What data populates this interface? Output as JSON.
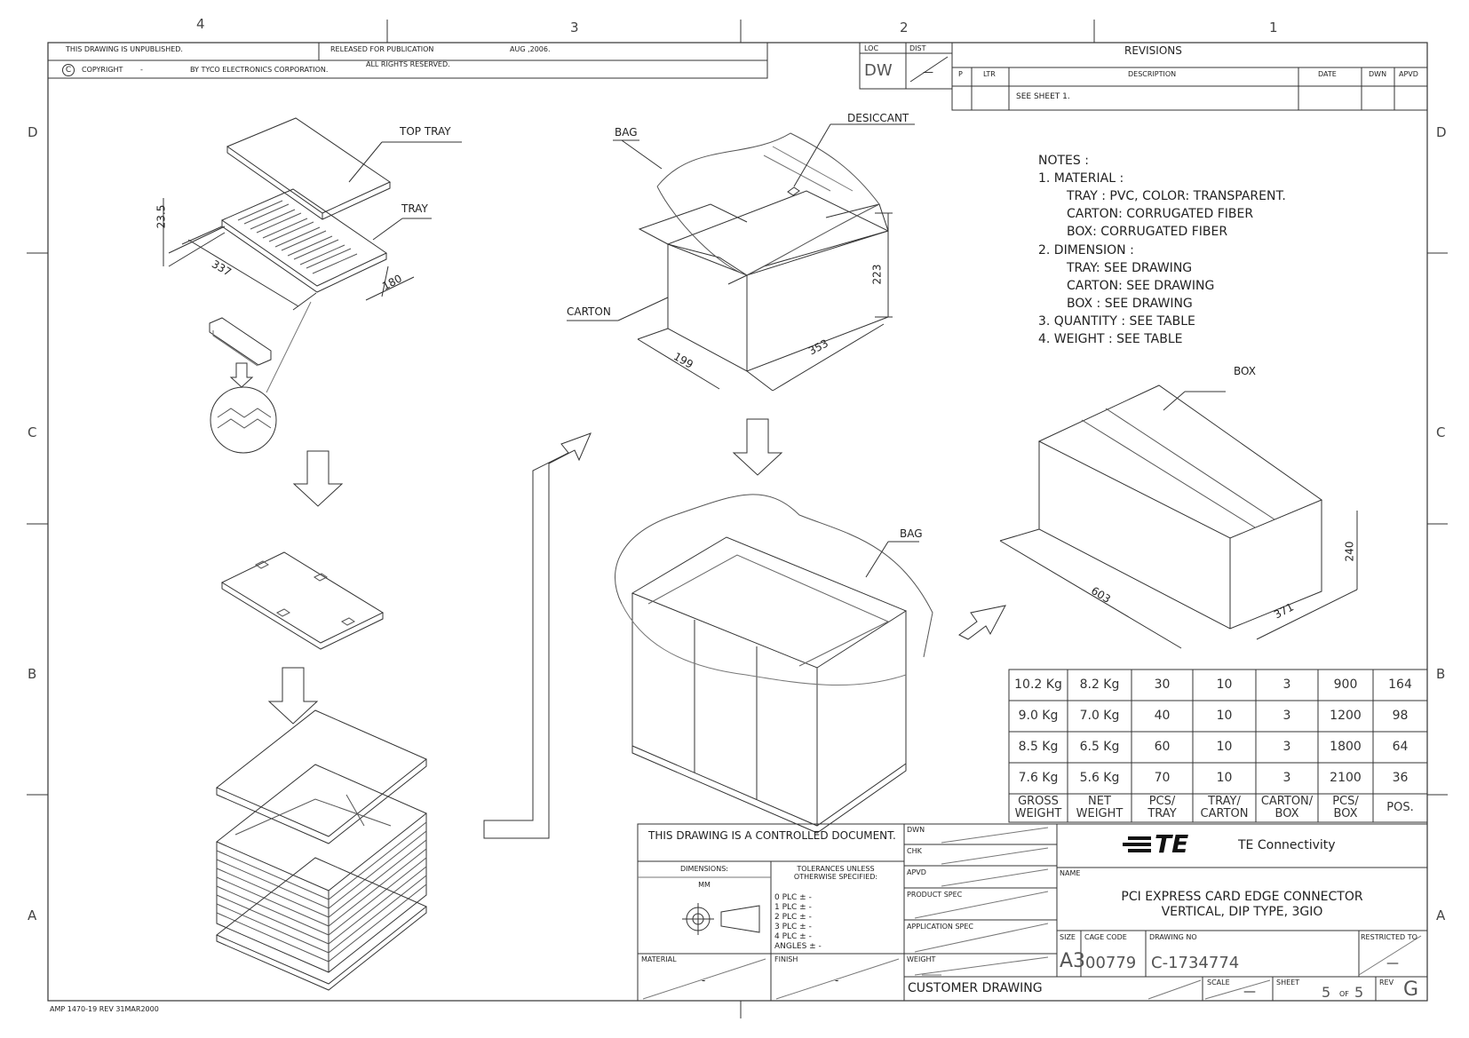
{
  "zones": {
    "top": [
      "4",
      "3",
      "2",
      "1"
    ],
    "side": [
      "D",
      "C",
      "B",
      "A"
    ]
  },
  "header": {
    "unpublished": "THIS DRAWING IS UNPUBLISHED.",
    "released": "RELEASED FOR PUBLICATION",
    "date": "AUG ,2006.",
    "copyright_symbol": "C",
    "copyright": "COPYRIGHT",
    "copyright_dash": "-",
    "by": "BY TYCO ELECTRONICS CORPORATION.",
    "rights": "ALL RIGHTS RESERVED.",
    "loc_label": "LOC",
    "loc_value": "DW",
    "dist_label": "DIST",
    "dist_value": "—"
  },
  "revisions": {
    "title": "REVISIONS",
    "cols": [
      "P",
      "LTR",
      "DESCRIPTION",
      "DATE",
      "DWN",
      "APVD"
    ],
    "row": "SEE SHEET 1."
  },
  "labels": {
    "top_tray": "TOP TRAY",
    "tray": "TRAY",
    "bag1": "BAG",
    "desiccant": "DESICCANT",
    "carton": "CARTON",
    "bag2": "BAG",
    "box": "BOX"
  },
  "dimensions": {
    "tray_height": "23.5",
    "tray_length": "337",
    "tray_width": "180",
    "carton_width": "199",
    "carton_length": "353",
    "carton_height": "223",
    "box_length": "603",
    "box_width": "371",
    "box_height": "240"
  },
  "notes": [
    "NOTES :",
    "1. MATERIAL :",
    "TRAY : PVC, COLOR: TRANSPARENT.",
    "CARTON: CORRUGATED FIBER",
    "BOX: CORRUGATED FIBER",
    "2. DIMENSION :",
    "TRAY: SEE DRAWING",
    "CARTON: SEE DRAWING",
    "BOX : SEE DRAWING",
    "3. QUANTITY : SEE TABLE",
    "4. WEIGHT : SEE TABLE"
  ],
  "table": {
    "rows": [
      [
        "10.2 Kg",
        "8.2 Kg",
        "30",
        "10",
        "3",
        "900",
        "164"
      ],
      [
        "9.0 Kg",
        "7.0 Kg",
        "40",
        "10",
        "3",
        "1200",
        "98"
      ],
      [
        "8.5 Kg",
        "6.5 Kg",
        "60",
        "10",
        "3",
        "1800",
        "64"
      ],
      [
        "7.6 Kg",
        "5.6 Kg",
        "70",
        "10",
        "3",
        "2100",
        "36"
      ]
    ],
    "header": [
      "GROSS WEIGHT",
      "NET WEIGHT",
      "PCS/ TRAY",
      "TRAY/ CARTON",
      "CARTON/ BOX",
      "PCS/ BOX",
      "POS."
    ]
  },
  "title_block": {
    "controlled": "THIS DRAWING IS A CONTROLLED DOCUMENT.",
    "dimensions_label": "DIMENSIONS:",
    "dimensions_unit": "MM",
    "tolerances": "TOLERANCES UNLESS OTHERWISE SPECIFIED:",
    "tol_rows": [
      "0 PLC ± -",
      "1 PLC ± -",
      "2 PLC ± -",
      "3 PLC ± -",
      "4 PLC ± -"
    ],
    "angles": "ANGLES ± -",
    "material_label": "MATERIAL",
    "material_value": "-",
    "finish_label": "FINISH",
    "finish_value": "-",
    "dwn": "DWN",
    "chk": "CHK",
    "apvd": "APVD",
    "product_spec": "PRODUCT SPEC",
    "application_spec": "APPLICATION SPEC",
    "weight": "WEIGHT",
    "customer_drawing": "CUSTOMER DRAWING",
    "company": "TE Connectivity",
    "logo_text": "TE",
    "name_label": "NAME",
    "name_line1": "PCI EXPRESS CARD EDGE CONNECTOR",
    "name_line2": "VERTICAL, DIP TYPE, 3GIO",
    "size_label": "SIZE",
    "size_value": "A3",
    "cage_label": "CAGE CODE",
    "cage_value": "00779",
    "drawing_no_label": "DRAWING NO",
    "drawing_no": "C-1734774",
    "restricted_label": "RESTRICTED TO",
    "restricted_value": "—",
    "scale_label": "SCALE",
    "scale_value": "—",
    "sheet_label": "SHEET",
    "sheet_value": "5",
    "sheet_of": "OF",
    "sheet_total": "5",
    "rev_label": "REV",
    "rev_value": "G"
  },
  "footer": "AMP 1470-19 REV 31MAR2000"
}
